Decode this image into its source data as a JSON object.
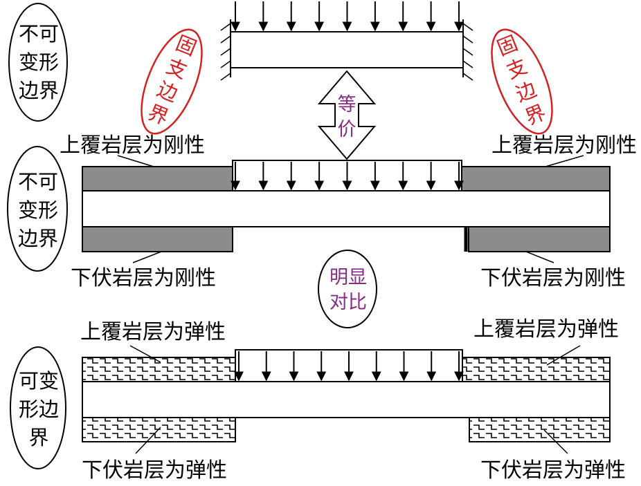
{
  "diagram": {
    "boundary_rigid": [
      "不可",
      "变形",
      "边界"
    ],
    "boundary_elastic": [
      "可变",
      "形边",
      "界"
    ],
    "fixed_support": [
      "固",
      "支",
      "边",
      "界"
    ],
    "equivalent": [
      "等",
      "价"
    ],
    "contrast": [
      "明显",
      "对比"
    ],
    "overlying_rigid": "上覆岩层为刚性",
    "underlying_rigid": "下伏岩层为刚性",
    "overlying_elastic": "上覆岩层为弹性",
    "underlying_elastic": "下伏岩层为弹性",
    "colors": {
      "rigid_fill": "#8c8c8c",
      "fixed_support": "#d42020",
      "annotation": "#8a2a86"
    }
  }
}
